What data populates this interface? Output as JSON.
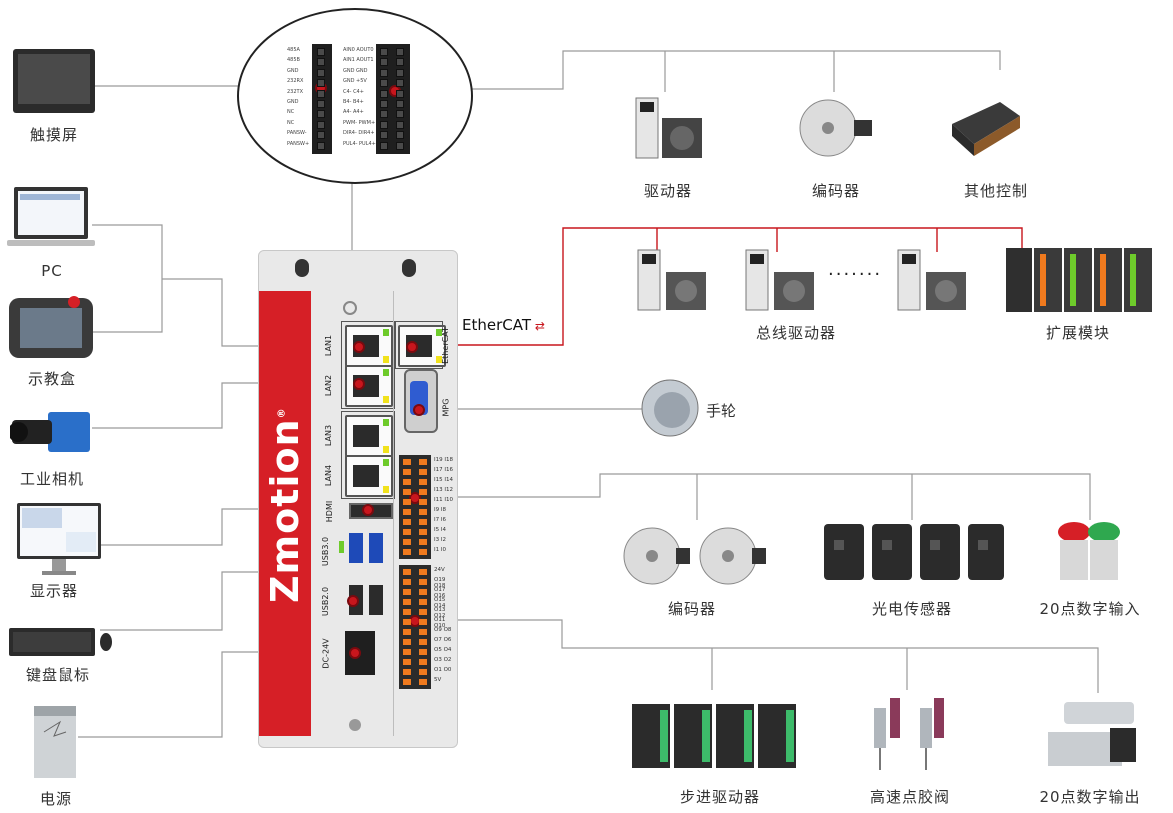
{
  "controller": {
    "brand": "Zmotion",
    "brand_mark": "®",
    "port_labels": {
      "lan1": "LAN1",
      "lan2": "LAN2",
      "lan3": "LAN3",
      "lan4": "LAN4",
      "hdmi": "HDMI",
      "usb3": "USB3.0",
      "usb2": "USB2.0",
      "dc24v": "DC-24V",
      "ethercat": "EtherCAT",
      "mpg": "MPG"
    },
    "input_terminal_labels": [
      "I19  I18",
      "I17  I16",
      "I15  I14",
      "I13  I12",
      "I11  I10",
      "I9  I8",
      "I7  I6",
      "I5  I4",
      "I3  I2",
      "I1  I0"
    ],
    "output_terminal_labels": [
      "24V",
      "O19 O18",
      "O17 O16",
      "O15 O14",
      "O13 O12",
      "O11 O10",
      "O9  O8",
      "O7  O6",
      "O5  O4",
      "O3  O2",
      "O1  O0",
      "5V"
    ]
  },
  "magnifier": {
    "left_labels": [
      "485A",
      "485B",
      "GND",
      "232RX",
      "232TX",
      "GND",
      "NC",
      "NC",
      "PANSW-",
      "PANSW+"
    ],
    "right_labels": [
      "AIN0 AOUT0",
      "AIN1 AOUT1",
      "GND  GND",
      "GND  +5V",
      "C4-  C4+",
      "B4-  B4+",
      "A4-  A4+",
      "PWM- PWM+",
      "DIR4- DIR4+",
      "PUL4- PUL4+"
    ]
  },
  "left_devices": {
    "touchscreen": "触摸屏",
    "pc": "PC",
    "teach_pendant": "示教盒",
    "camera": "工业相机",
    "monitor": "显示器",
    "keyboard_mouse": "键盘鼠标",
    "power": "电源"
  },
  "top_right_devices": {
    "driver": "驱动器",
    "encoder": "编码器",
    "other_control": "其他控制"
  },
  "ethercat_row": {
    "ethercat_label": "EtherCAT",
    "bus_driver": "总线驱动器",
    "ellipsis": "·······",
    "expansion": "扩展模块"
  },
  "handwheel": "手轮",
  "input_devices": {
    "encoder": "编码器",
    "photo_sensor": "光电传感器",
    "digital_input": "20点数字输入"
  },
  "output_devices": {
    "stepper_driver": "步进驱动器",
    "glue_valve": "高速点胶阀",
    "digital_output": "20点数字输出"
  },
  "colors": {
    "brand_red": "#d61f26",
    "ethercat_line": "#c8161d",
    "wire": "#9a9a9a",
    "connector_orange": "#f07a1e"
  }
}
